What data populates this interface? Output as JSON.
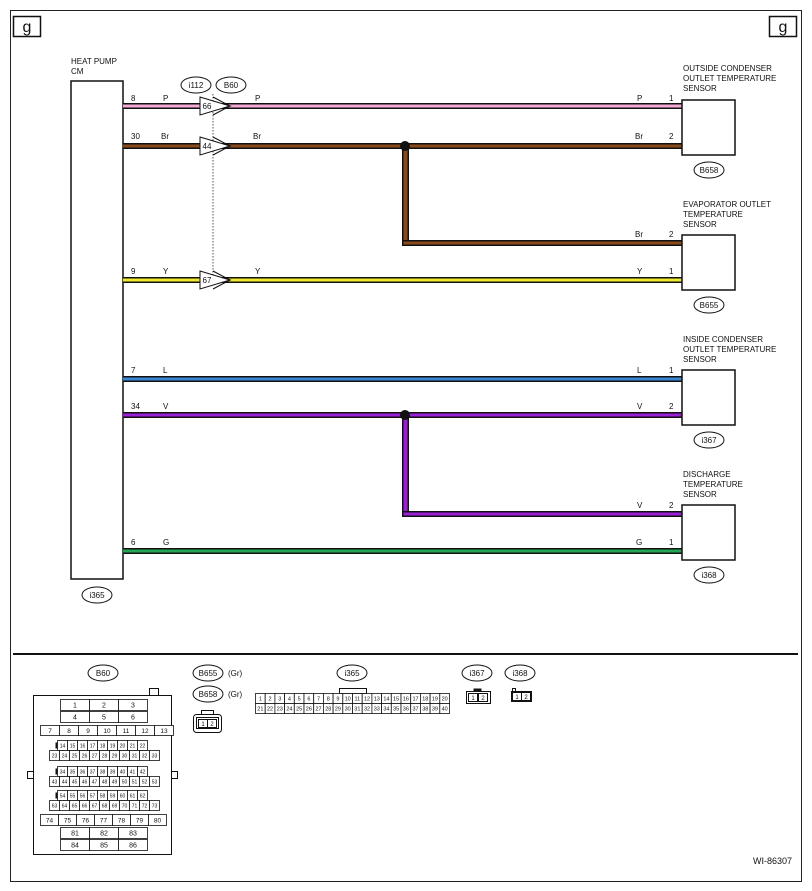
{
  "page": {
    "corner_left": "g",
    "corner_right": "g",
    "figure_id": "WI-86307"
  },
  "module": {
    "label_line1": "HEAT PUMP",
    "label_line2": "CM",
    "connector": "i365"
  },
  "junction_tags": [
    "i112",
    "B60"
  ],
  "junction_pins": [
    "66",
    "44",
    "67"
  ],
  "wires": [
    {
      "id": "w8",
      "cm_pin": "8",
      "code": "P",
      "color": "#f4a9d6",
      "junction_pin": "66",
      "right_code": "P",
      "sensor_pin": "1"
    },
    {
      "id": "w30",
      "cm_pin": "30",
      "code": "Br",
      "color": "#8a4a1c",
      "junction_pin": "44",
      "mid_code": "Br",
      "right_code": "Br",
      "sensor_pin": "2"
    },
    {
      "id": "wbr2",
      "right_code": "Br",
      "sensor_pin": "2",
      "color": "#8a4a1c"
    },
    {
      "id": "w9",
      "cm_pin": "9",
      "code": "Y",
      "color": "#f2ea2e",
      "junction_pin": "67",
      "mid_code": "Y",
      "right_code": "Y",
      "sensor_pin": "1"
    },
    {
      "id": "w7",
      "cm_pin": "7",
      "code": "L",
      "color": "#3a86d4",
      "right_code": "L",
      "sensor_pin": "1"
    },
    {
      "id": "w34",
      "cm_pin": "34",
      "code": "V",
      "color": "#9a1fd6",
      "right_code": "V",
      "sensor_pin": "2"
    },
    {
      "id": "wv2",
      "right_code": "V",
      "sensor_pin": "2",
      "color": "#9a1fd6"
    },
    {
      "id": "w6",
      "cm_pin": "6",
      "code": "G",
      "color": "#22a653",
      "right_code": "G",
      "sensor_pin": "1"
    }
  ],
  "sensors": [
    {
      "name_lines": [
        "OUTSIDE CONDENSER",
        "OUTLET TEMPERATURE",
        "SENSOR"
      ],
      "connector": "B658"
    },
    {
      "name_lines": [
        "EVAPORATOR OUTLET",
        "TEMPERATURE",
        "SENSOR"
      ],
      "connector": "B655"
    },
    {
      "name_lines": [
        "INSIDE CONDENSER",
        "OUTLET TEMPERATURE",
        "SENSOR"
      ],
      "connector": "i367"
    },
    {
      "name_lines": [
        "DISCHARGE",
        "TEMPERATURE",
        "SENSOR"
      ],
      "connector": "i368"
    }
  ],
  "connector_views": {
    "b60": {
      "tag": "B60",
      "rows": [
        [
          "1",
          "2",
          "3"
        ],
        [
          "4",
          "5",
          "6"
        ],
        [
          "7",
          "8",
          "9",
          "10",
          "11",
          "12",
          "13"
        ],
        [
          "14",
          "15",
          "16",
          "17",
          "18",
          "19",
          "20",
          "21",
          "22"
        ],
        [
          "23",
          "24",
          "25",
          "26",
          "27",
          "28",
          "29",
          "30",
          "31",
          "32",
          "33"
        ],
        [
          "34",
          "35",
          "36",
          "37",
          "38",
          "39",
          "40",
          "41",
          "42"
        ],
        [
          "43",
          "44",
          "45",
          "46",
          "47",
          "48",
          "49",
          "50",
          "51",
          "52",
          "53"
        ],
        [
          "54",
          "55",
          "56",
          "57",
          "58",
          "59",
          "60",
          "61",
          "62"
        ],
        [
          "63",
          "64",
          "65",
          "66",
          "67",
          "68",
          "69",
          "70",
          "71",
          "72",
          "73"
        ],
        [
          "74",
          "75",
          "76",
          "77",
          "78",
          "79",
          "80"
        ],
        [
          "81",
          "82",
          "83"
        ],
        [
          "84",
          "85",
          "86"
        ]
      ]
    },
    "b655": {
      "tag": "B655",
      "note": "(Gr)"
    },
    "b658": {
      "tag": "B658",
      "note": "(Gr)"
    },
    "two_pin": [
      "1",
      "2"
    ],
    "i365": {
      "tag": "i365",
      "rows": [
        [
          "1",
          "2",
          "3",
          "4",
          "5",
          "6",
          "7",
          "8",
          "9",
          "10",
          "11",
          "12",
          "13",
          "14",
          "15",
          "16",
          "17",
          "18",
          "19",
          "20"
        ],
        [
          "21",
          "22",
          "23",
          "24",
          "25",
          "26",
          "27",
          "28",
          "29",
          "30",
          "31",
          "32",
          "33",
          "34",
          "35",
          "36",
          "37",
          "38",
          "39",
          "40"
        ]
      ]
    },
    "i367": {
      "tag": "i367"
    },
    "i368": {
      "tag": "i368"
    }
  }
}
